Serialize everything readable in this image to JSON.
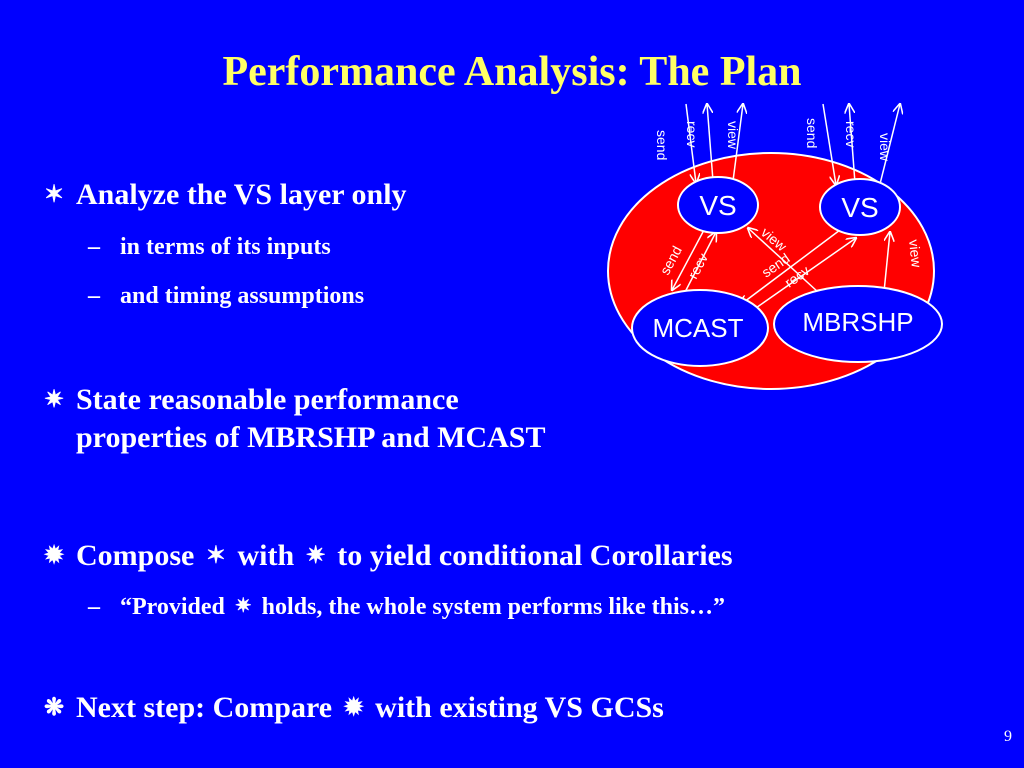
{
  "title": "Performance Analysis: The Plan",
  "bullets": [
    {
      "symbol": "✶",
      "text": "Analyze the VS layer only"
    },
    {
      "symbol": "✷",
      "line1": "State reasonable performance",
      "line2": "properties of MBRSHP and MCAST"
    },
    {
      "symbol": "✹",
      "part1": "Compose",
      "sym_a": "✶",
      "part2": "with",
      "sym_b": "✷",
      "part3": "to yield conditional Corollaries"
    },
    {
      "symbol": "❋",
      "part1": "Next step: Compare",
      "sym_a": "✹",
      "part2": "with existing VS GCSs"
    }
  ],
  "subbullets": {
    "b1_1": "in terms of its inputs",
    "b1_2": "and timing assumptions",
    "b3_1_part1": "“Provided",
    "b3_1_sym": "✷",
    "b3_1_part2": "holds, the whole system performs like this…”"
  },
  "dash": "–",
  "diagram": {
    "nodes": {
      "vs1": "VS",
      "vs2": "VS",
      "mcast": "MCAST",
      "mbrshp": "MBRSHP"
    },
    "labels": {
      "vs1_send": "send",
      "vs1_recv": "recv",
      "vs1_view": "view",
      "vs2_send": "send",
      "vs2_recv": "recv",
      "vs2_view": "view",
      "inner_send_left": "send",
      "inner_recv_left": "recv",
      "inner_view_mid": "view",
      "inner_send_mid": "send",
      "inner_recv_mid": "recv",
      "inner_view_right": "view"
    },
    "colors": {
      "big_oval": "#ff0000",
      "node_fill": "#0000ff",
      "stroke": "#ffffff"
    }
  },
  "page_number": "9"
}
